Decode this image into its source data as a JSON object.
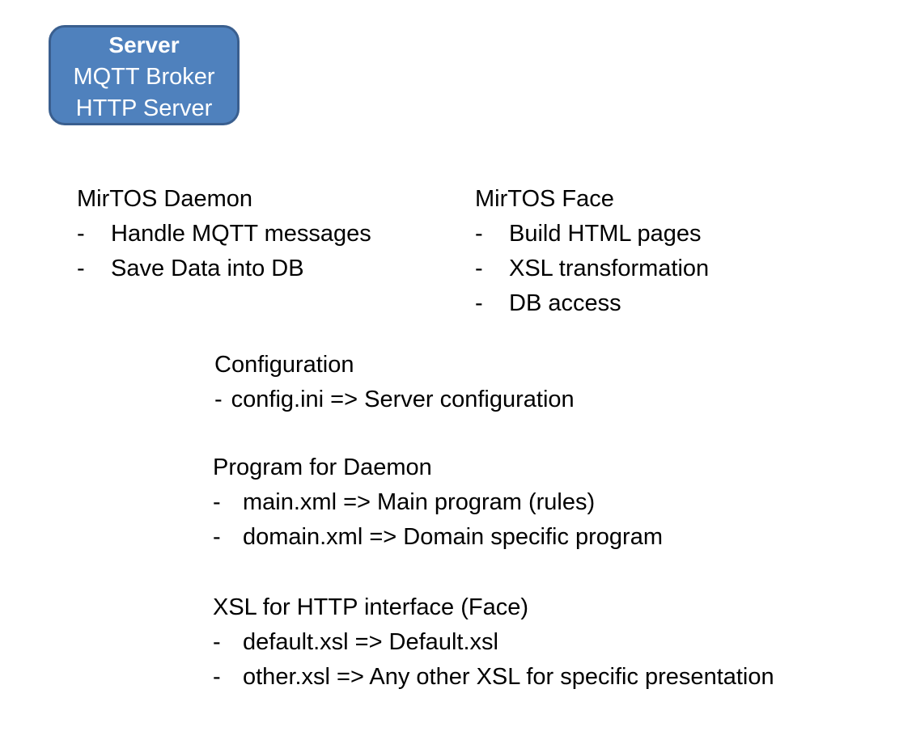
{
  "bullet_char": "-",
  "server_box": {
    "title": "Server",
    "lines": [
      "MQTT Broker",
      "HTTP Server"
    ],
    "fill_color": "#4f81bd",
    "border_color": "#3a5f8f",
    "text_color": "#ffffff"
  },
  "sections": {
    "daemon": {
      "heading": "MirTOS Daemon",
      "items": [
        "Handle MQTT messages",
        "Save Data into DB"
      ]
    },
    "face": {
      "heading": "MirTOS Face",
      "items": [
        "Build HTML pages",
        "XSL transformation",
        "DB access"
      ]
    },
    "configuration": {
      "heading": "Configuration",
      "items": [
        "config.ini => Server configuration"
      ]
    },
    "program": {
      "heading": "Program for Daemon",
      "items": [
        "main.xml => Main program (rules)",
        "domain.xml => Domain specific program"
      ]
    },
    "xsl": {
      "heading": "XSL for HTTP interface (Face)",
      "items": [
        "default.xsl => Default.xsl",
        "other.xsl => Any other XSL for specific presentation"
      ]
    }
  }
}
